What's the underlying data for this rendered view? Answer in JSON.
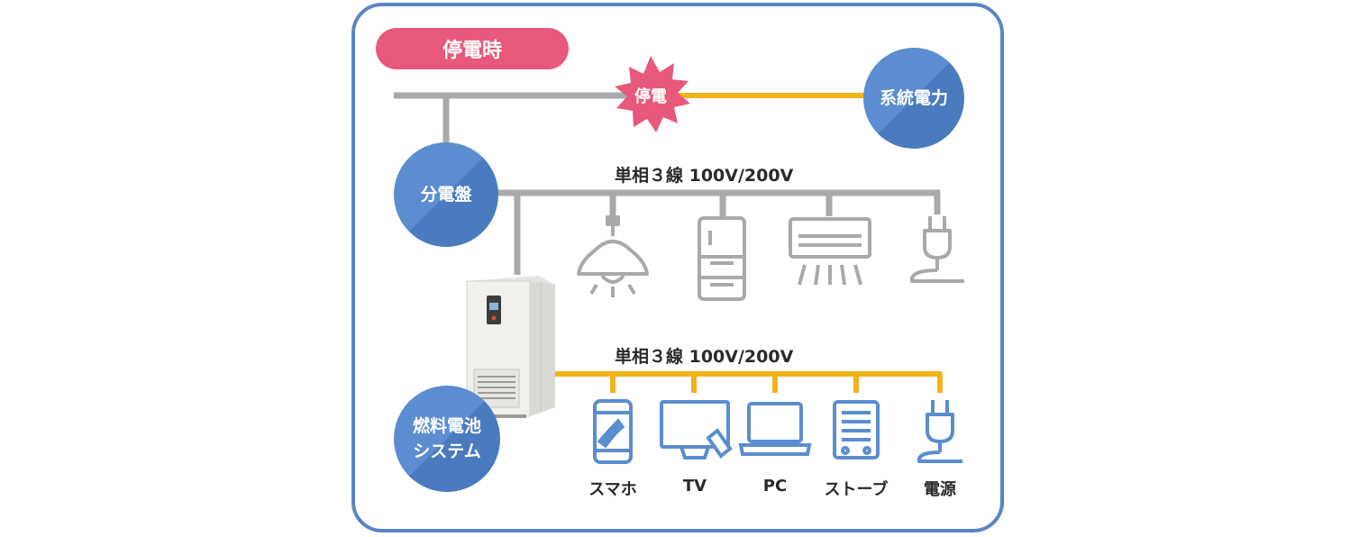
{
  "badge": {
    "label": "停電時"
  },
  "outage": {
    "label": "停電"
  },
  "grid_power": {
    "label": "系統電力"
  },
  "distribution_board": {
    "label": "分電盤"
  },
  "fuel_cell": {
    "label": "燃料電池\nシステム"
  },
  "upper_line": {
    "label": "単相３線 100V/200V"
  },
  "lower_line": {
    "label": "単相３線 100V/200V"
  },
  "upper_devices": [
    "ceiling-lamp-icon",
    "refrigerator-icon",
    "air-conditioner-icon",
    "plug-icon"
  ],
  "lower_devices": [
    {
      "label": "スマホ",
      "icon": "smartphone-icon"
    },
    {
      "label": "TV",
      "icon": "tv-icon"
    },
    {
      "label": "PC",
      "icon": "laptop-icon"
    },
    {
      "label": "ストーブ",
      "icon": "stove-icon"
    },
    {
      "label": "電源",
      "icon": "plug-icon"
    }
  ],
  "colors": {
    "frame": "#5a85c2",
    "badge": "#e8587a",
    "outage_star": "#e8587a",
    "grid_line": "#a8a9ab",
    "backup_line": "#f2b21b",
    "node_blue": "#5b8dd0",
    "icon_blue": "#5b8dd0",
    "icon_gray": "#a8a9ab"
  }
}
